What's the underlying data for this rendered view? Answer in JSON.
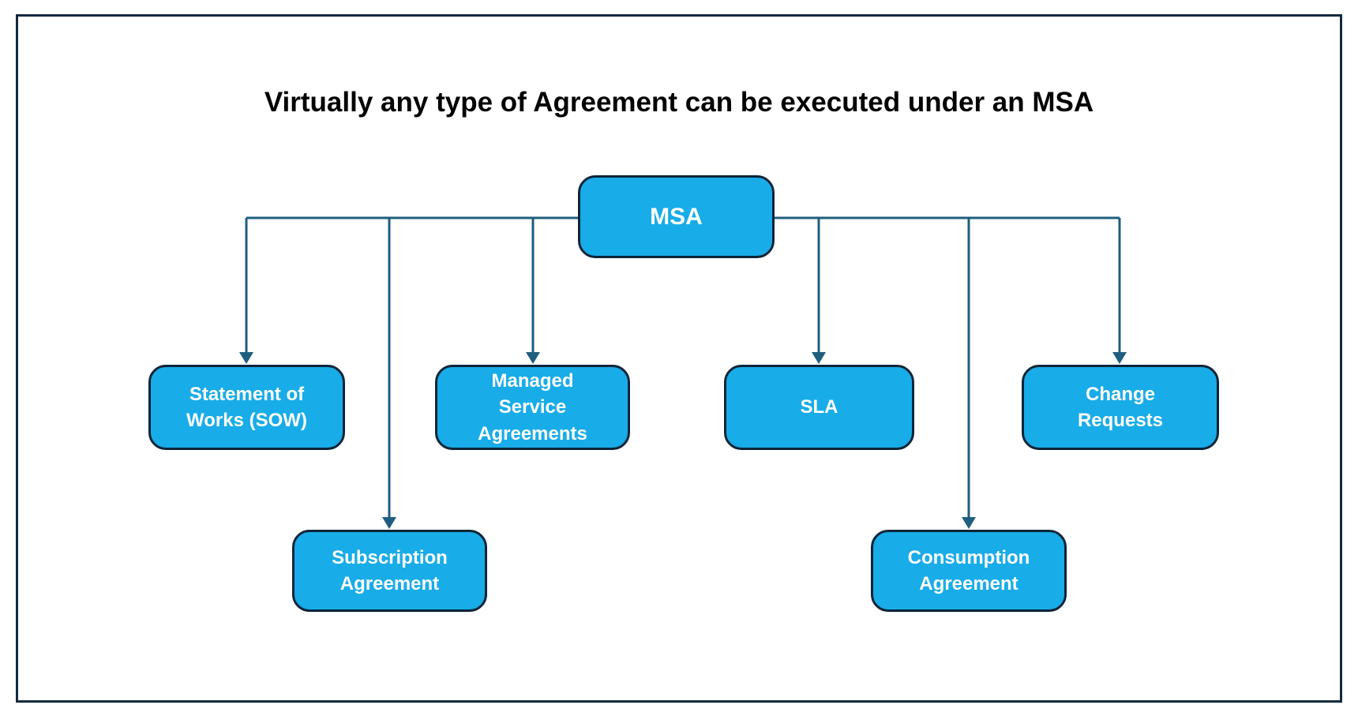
{
  "title": "Virtually any type of Agreement can be executed under an MSA",
  "colors": {
    "node_fill": "#18ACE8",
    "node_border": "#0D2537",
    "connector": "#1F5E7E",
    "frame_border": "#132A3D",
    "title_text": "#000000",
    "node_text": "#FFFFFF",
    "background": "#FFFFFF"
  },
  "nodes": {
    "msa": {
      "label": "MSA"
    },
    "sow": {
      "label": "Statement of\nWorks (SOW)"
    },
    "subscription": {
      "label": "Subscription\nAgreement"
    },
    "managed": {
      "label": "Managed\nService\nAgreements"
    },
    "sla": {
      "label": "SLA"
    },
    "consumption": {
      "label": "Consumption\nAgreement"
    },
    "change": {
      "label": "Change\nRequests"
    }
  },
  "hierarchy": {
    "root": "MSA",
    "children": [
      "Statement of Works (SOW)",
      "Subscription Agreement",
      "Managed Service Agreements",
      "SLA",
      "Consumption Agreement",
      "Change Requests"
    ]
  }
}
